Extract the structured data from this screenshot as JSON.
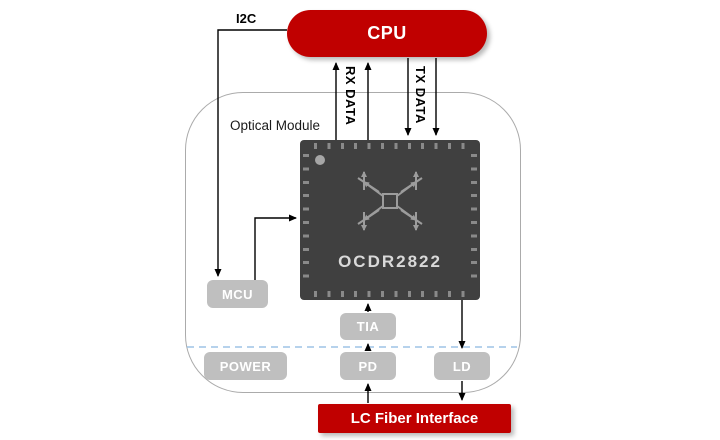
{
  "diagram": {
    "title": "Optical Module",
    "cpu_label": "CPU",
    "i2c_label": "I2C",
    "rx_data_label": "RX DATA",
    "tx_data_label": "TX DATA",
    "chip_label": "OCDR2822",
    "blocks": {
      "mcu": "MCU",
      "tia": "TIA",
      "power": "POWER",
      "pd": "PD",
      "ld": "LD"
    },
    "lc_label": "LC Fiber Interface",
    "colors": {
      "accent_red": "#C00000",
      "chip_body": "#404040",
      "block_gray": "#BFBFBF",
      "divider_blue": "#9DC3E6",
      "wire_black": "#000000"
    }
  }
}
